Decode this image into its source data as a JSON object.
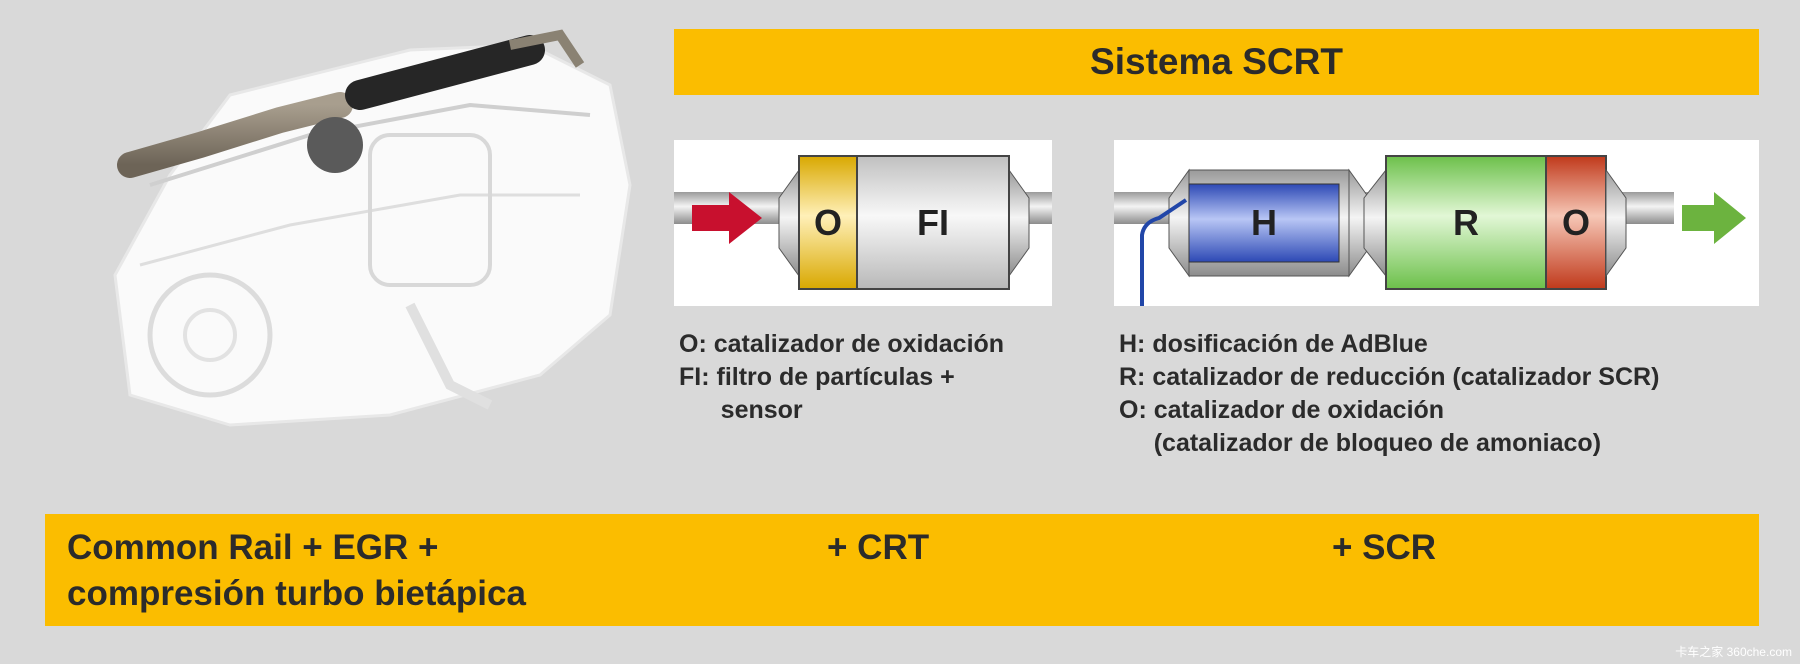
{
  "title": "Sistema SCRT",
  "diagram_left": {
    "labels": [
      "O",
      "FI"
    ]
  },
  "diagram_right": {
    "labels": [
      "H",
      "R",
      "O"
    ]
  },
  "legend_left": [
    "O: catalizador de oxidación",
    "FI: filtro de partículas +",
    "      sensor"
  ],
  "legend_right": [
    "H: dosificación de AdBlue",
    "R: catalizador de reducción (catalizador SCR)",
    "O: catalizador de oxidación",
    "     (catalizador de bloqueo de amoniaco)"
  ],
  "bottom": {
    "base": "Common Rail + EGR +\ncompresión turbo bietápica",
    "crt": "+ CRT",
    "scr": "+ SCR"
  },
  "watermark": "卡车之家 360che.com",
  "colors": {
    "accent_yellow": "#fbbd00",
    "arrow_in": "#c8102e",
    "arrow_out": "#6cb33f",
    "oxidation_yellow": "#f2c94c",
    "dosing_blue": "#4a67c9",
    "reduction_green": "#8fd16f",
    "ammonia_red": "#d04a2c"
  },
  "image": {
    "subject": "engine-icon"
  }
}
